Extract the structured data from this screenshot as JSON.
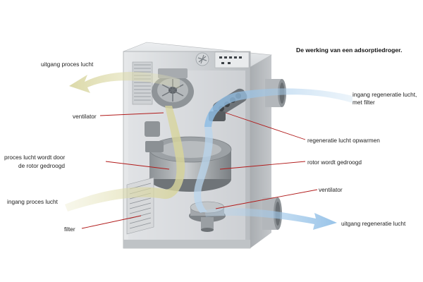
{
  "title": "De werking van een adsorptiedroger.",
  "labels": {
    "uitgang_proces_lucht": "uitgang proces lucht",
    "ventilator_top": "ventilator",
    "proces_lucht_line1": "proces lucht wordt door",
    "proces_lucht_line2": "de rotor gedroogd",
    "ingang_proces_lucht": "ingang proces lucht",
    "filter": "filter",
    "ingang_regeneratie_line1": "ingang regeneratie lucht,",
    "ingang_regeneratie_line2": "met filter",
    "regeneratie_opwarmen": "regeneratie lucht opwarmen",
    "rotor_gedroogd": "rotor wordt gedroogd",
    "ventilator_bottom": "ventilator",
    "uitgang_regeneratie": "uitgang regeneratie lucht"
  },
  "colors": {
    "leader_line": "#b11a1a",
    "process_air": "#d9d7a0",
    "regeneration_air": "#a9cbe8",
    "cabinet": "#c7cacd"
  }
}
